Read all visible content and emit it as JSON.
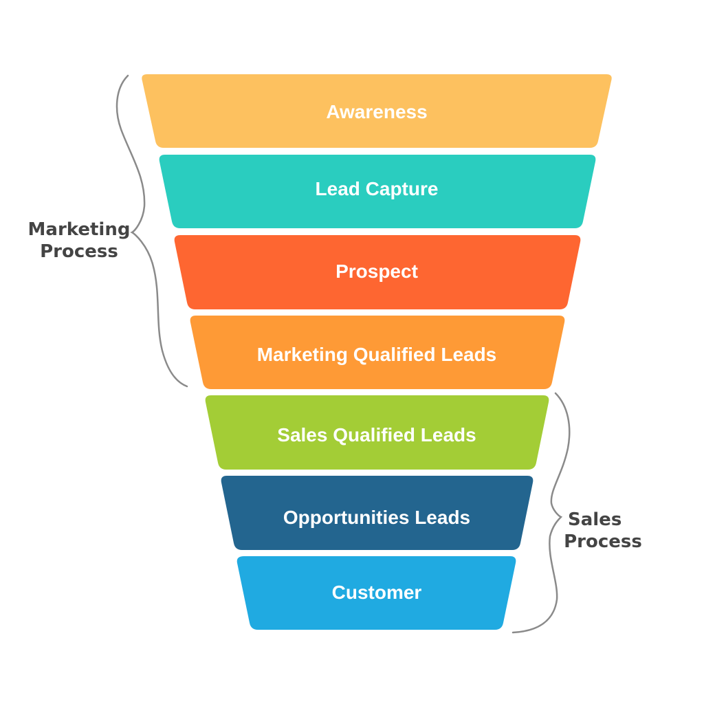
{
  "funnel": {
    "stages": [
      {
        "label": "Awareness",
        "color": "#FDC15F"
      },
      {
        "label": "Lead Capture",
        "color": "#2ACDBF"
      },
      {
        "label": "Prospect",
        "color": "#FE6631"
      },
      {
        "label": "Marketing Qualified Leads",
        "color": "#FE9A36"
      },
      {
        "label": "Sales Qualified Leads",
        "color": "#A3CD36"
      },
      {
        "label": "Opportunities Leads",
        "color": "#23658F"
      },
      {
        "label": "Customer",
        "color": "#20AAE1"
      }
    ]
  },
  "groups": {
    "marketing": {
      "line1": "Marketing",
      "line2": "Process"
    },
    "sales": {
      "line1": "Sales",
      "line2": "Process"
    }
  },
  "colors": {
    "brace": "#8a8a8a",
    "group_text": "#444444",
    "stage_text": "#ffffff"
  }
}
